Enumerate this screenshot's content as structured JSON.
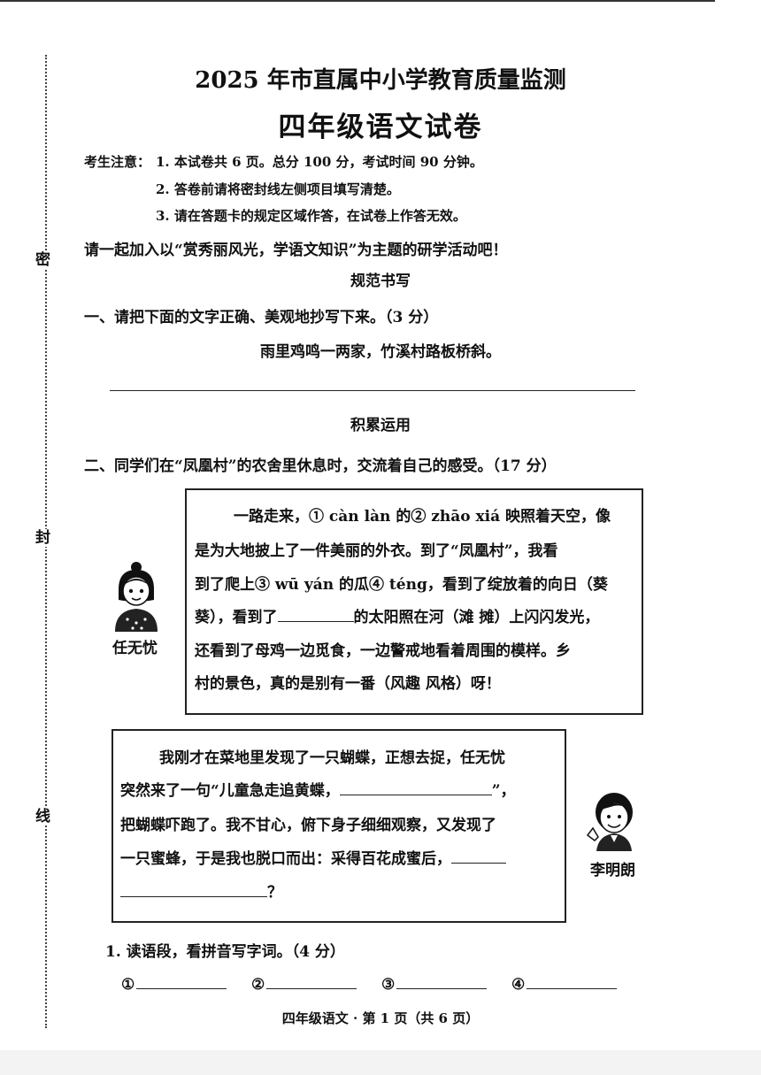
{
  "header": {
    "title": "2025 年市直属中小学教育质量监测",
    "subtitle": "四年级语文试卷"
  },
  "notice": {
    "label": "考生注意：",
    "items": [
      "1. 本试卷共 6 页。总分 100 分，考试时间 90 分钟。",
      "2. 答卷前请将密封线左侧项目填写清楚。",
      "3. 请在答题卡的规定区域作答，在试卷上作答无效。"
    ]
  },
  "intro": "请一起加入以“赏秀丽风光，学语文知识”为主题的研学活动吧！",
  "seal_chars": [
    "密",
    "封",
    "线"
  ],
  "section1": {
    "heading": "规范书写",
    "question": "一、请把下面的文字正确、美观地抄写下来。（3 分）",
    "poem": "雨里鸡鸣一两家，竹溪村路板桥斜。"
  },
  "section2": {
    "heading": "积累运用",
    "question": "二、同学们在“凤凰村”的农舍里休息时，交流着自己的感受。（17 分）",
    "speaker1": "任无忧",
    "speaker1_lines": [
      "一路走来，① càn làn 的② zhāo xiá 映照着天空，像",
      "是为大地披上了一件美丽的外衣。到了“凤凰村”，我看",
      "到了爬上③ wū yán 的瓜④ téng，看到了绽放着的向日（葵",
      "葵），看到了",
      "的太阳照在河（滩  摊）上闪闪发光，",
      "还看到了母鸡一边觅食，一边警戒地看着周围的模样。乡",
      "村的景色，真的是别有一番（风趣  风格）呀！"
    ],
    "speaker2": "李明朗",
    "speaker2_lines": [
      "我刚才在菜地里发现了一只蝴蝶，正想去捉，任无忧",
      "突然来了一句“儿童急走追黄蝶，",
      "”，",
      "把蝴蝶吓跑了。我不甘心，俯下身子细细观察，又发现了",
      "一只蜜蜂，于是我也脱口而出：采得百花成蜜后，",
      "？"
    ],
    "sub1": "1. 读语段，看拼音写字词。（4 分）",
    "blanks": [
      "①",
      "②",
      "③",
      "④"
    ]
  },
  "footer": "四年级语文 · 第 1 页（共 6 页）"
}
